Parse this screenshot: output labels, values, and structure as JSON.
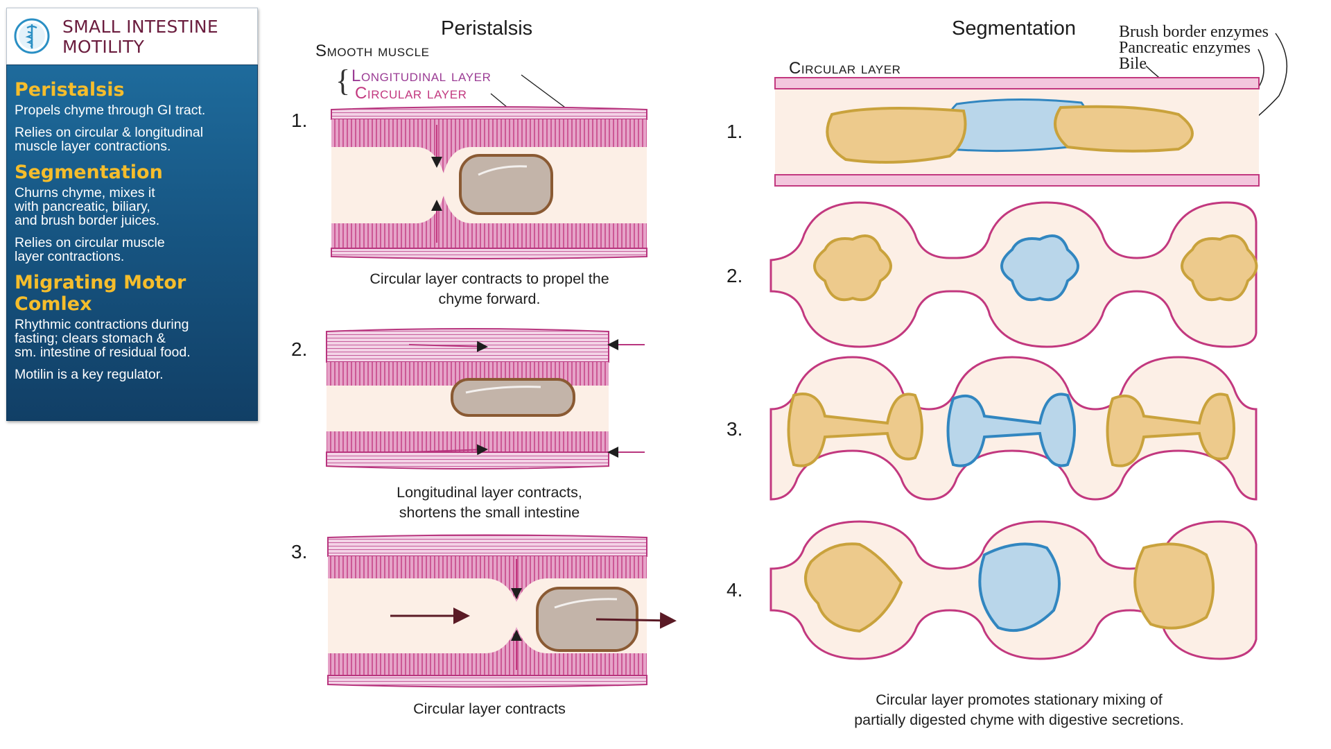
{
  "card": {
    "title_line1": "SMALL INTESTINE",
    "title_line2": "MOTILITY",
    "sections": [
      {
        "heading": "Peristalsis",
        "paragraphs": [
          "Propels chyme through GI tract.",
          "Relies on circular & longitudinal\nmuscle layer contractions."
        ]
      },
      {
        "heading": "Segmentation",
        "paragraphs": [
          "Churns chyme, mixes it\nwith pancreatic, biliary,\nand brush border juices.",
          "Relies on circular muscle\nlayer contractions."
        ]
      },
      {
        "heading": "Migrating Motor Comlex",
        "paragraphs": [
          "Rhythmic contractions during\nfasting; clears stomach &\nsm. intestine of residual food.",
          "Motilin is a key regulator."
        ]
      }
    ]
  },
  "peristalsis": {
    "title": "Peristalsis",
    "smooth_muscle": "Smooth muscle",
    "longitudinal_layer": "Longitudinal layer",
    "circular_layer": "Circular layer",
    "steps": [
      {
        "number": "1.",
        "caption_line1": "Circular layer contracts to propel the",
        "caption_line2": "chyme forward."
      },
      {
        "number": "2.",
        "caption_line1": "Longitudinal layer contracts,",
        "caption_line2": "shortens the small intestine"
      },
      {
        "number": "3.",
        "caption_line1": "Circular layer contracts",
        "caption_line2": ""
      }
    ]
  },
  "segmentation": {
    "title": "Segmentation",
    "circular_layer": "Circular layer",
    "legend": [
      "Brush border enzymes",
      "Pancreatic enzymes",
      "Bile"
    ],
    "numbers": [
      "1.",
      "2.",
      "3.",
      "4."
    ],
    "caption_line1": "Circular layer promotes stationary mixing of",
    "caption_line2": "partially digested chyme with digestive secretions."
  },
  "colors": {
    "muscle": "#c2387f",
    "muscle_light": "#e9a7cc",
    "lumen": "#fcefe6",
    "chyme_tan": "#edca8c",
    "chyme_border": "#c9a23c",
    "chyme_blue": "#b9d6ea",
    "blue_border": "#3186c0",
    "bolus": "#c3b4a9",
    "bolus_border": "#8a5a33",
    "card_blue": "#175683",
    "heading_yellow": "#f5bd2c",
    "title_maroon": "#6b1d3e"
  }
}
